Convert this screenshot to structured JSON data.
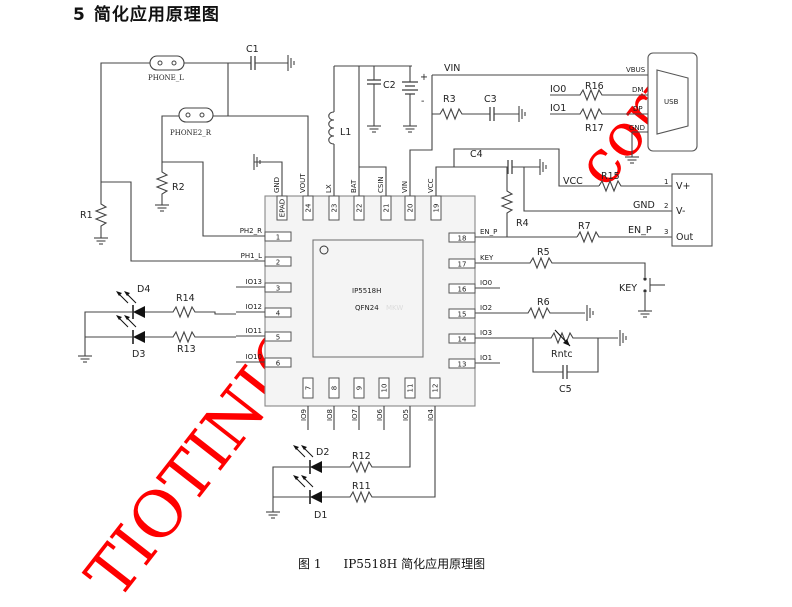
{
  "heading": {
    "number": "5",
    "title": "简化应用原理图"
  },
  "caption": {
    "figure": "图 1",
    "title": "IP5518H 简化应用原理图"
  },
  "chip": {
    "name": "IP5518H",
    "package": "QFN24",
    "faint_mark": "MKW"
  },
  "top_pins": [
    {
      "signal": "GND",
      "pin": "EPAD"
    },
    {
      "signal": "VOUT",
      "pin": "24"
    },
    {
      "signal": "LX",
      "pin": "23"
    },
    {
      "signal": "BAT",
      "pin": "22"
    },
    {
      "signal": "CSIN",
      "pin": "21"
    },
    {
      "signal": "VIN",
      "pin": "20"
    },
    {
      "signal": "VCC",
      "pin": "19"
    }
  ],
  "left_pins": [
    {
      "signal": "PH2_R",
      "pin": "1"
    },
    {
      "signal": "PH1_L",
      "pin": "2"
    },
    {
      "signal": "IO13",
      "pin": "3"
    },
    {
      "signal": "IO12",
      "pin": "4"
    },
    {
      "signal": "IO11",
      "pin": "5"
    },
    {
      "signal": "IO10",
      "pin": "6"
    }
  ],
  "right_pins": [
    {
      "signal": "EN_P",
      "pin": "18"
    },
    {
      "signal": "KEY",
      "pin": "17"
    },
    {
      "signal": "IO0",
      "pin": "16"
    },
    {
      "signal": "IO2",
      "pin": "15"
    },
    {
      "signal": "IO3",
      "pin": "14"
    },
    {
      "signal": "IO1",
      "pin": "13"
    }
  ],
  "bottom_pins": [
    {
      "signal": "IO9",
      "pin": "7"
    },
    {
      "signal": "IO8",
      "pin": "8"
    },
    {
      "signal": "IO7",
      "pin": "9"
    },
    {
      "signal": "IO6",
      "pin": "10"
    },
    {
      "signal": "IO5",
      "pin": "11"
    },
    {
      "signal": "IO4",
      "pin": "12"
    }
  ],
  "components": {
    "phone_l": "PHONE_L",
    "phone_r": "PHONE2_R",
    "c1": "C1",
    "c2": "C2",
    "c3": "C3",
    "c4": "C4",
    "c5": "C5",
    "l1": "L1",
    "r1": "R1",
    "r2": "R2",
    "r3": "R3",
    "r4": "R4",
    "r5": "R5",
    "r6": "R6",
    "r7": "R7",
    "r11": "R11",
    "r12": "R12",
    "r13": "R13",
    "r14": "R14",
    "r15": "R15",
    "r16": "R16",
    "r17": "R17",
    "rntc": "Rntc",
    "d1": "D1",
    "d2": "D2",
    "d3": "D3",
    "d4": "D4",
    "key": "KEY",
    "battery_plus": "+",
    "battery_minus": "-"
  },
  "nets": {
    "vin": "VIN",
    "io0": "IO0",
    "io1": "IO1",
    "vcc": "VCC",
    "gnd": "GND",
    "en_p": "EN_P"
  },
  "usb": {
    "label": "USB",
    "pins": [
      "VBUS",
      "DM",
      "DP",
      "GND"
    ]
  },
  "connector3": {
    "pins": [
      {
        "num": "1",
        "label": "V+"
      },
      {
        "num": "2",
        "label": "V-"
      },
      {
        "num": "3",
        "label": "Out"
      }
    ]
  },
  "watermark": {
    "line1": "TIOTINIC",
    "line2": "corp",
    "color": "#ff0000"
  }
}
